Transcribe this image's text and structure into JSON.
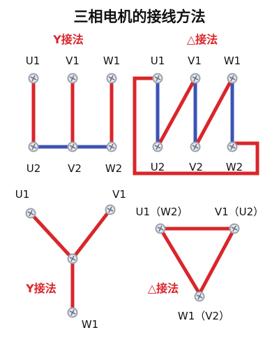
{
  "title": "三相电机的接线方法",
  "colors": {
    "red": "#d9262b",
    "blue": "#3c53b5",
    "terminal": "#b9bec8",
    "text": "#111111"
  },
  "star_terminal": {
    "heading": "Y接法",
    "top": [
      "U1",
      "V1",
      "W1"
    ],
    "bottom": [
      "U2",
      "V2",
      "W2"
    ]
  },
  "delta_terminal": {
    "heading": "△接法",
    "top": [
      "U1",
      "V1",
      "W1"
    ],
    "bottom": [
      "U2",
      "V2",
      "W2"
    ]
  },
  "star_schematic": {
    "heading": "Y接法",
    "u": "U1",
    "v": "V1",
    "w": "W1"
  },
  "delta_schematic": {
    "heading": "△接法",
    "left": "U1（W2）",
    "right": "V1（U2）",
    "bottom": "W1（V2）"
  }
}
